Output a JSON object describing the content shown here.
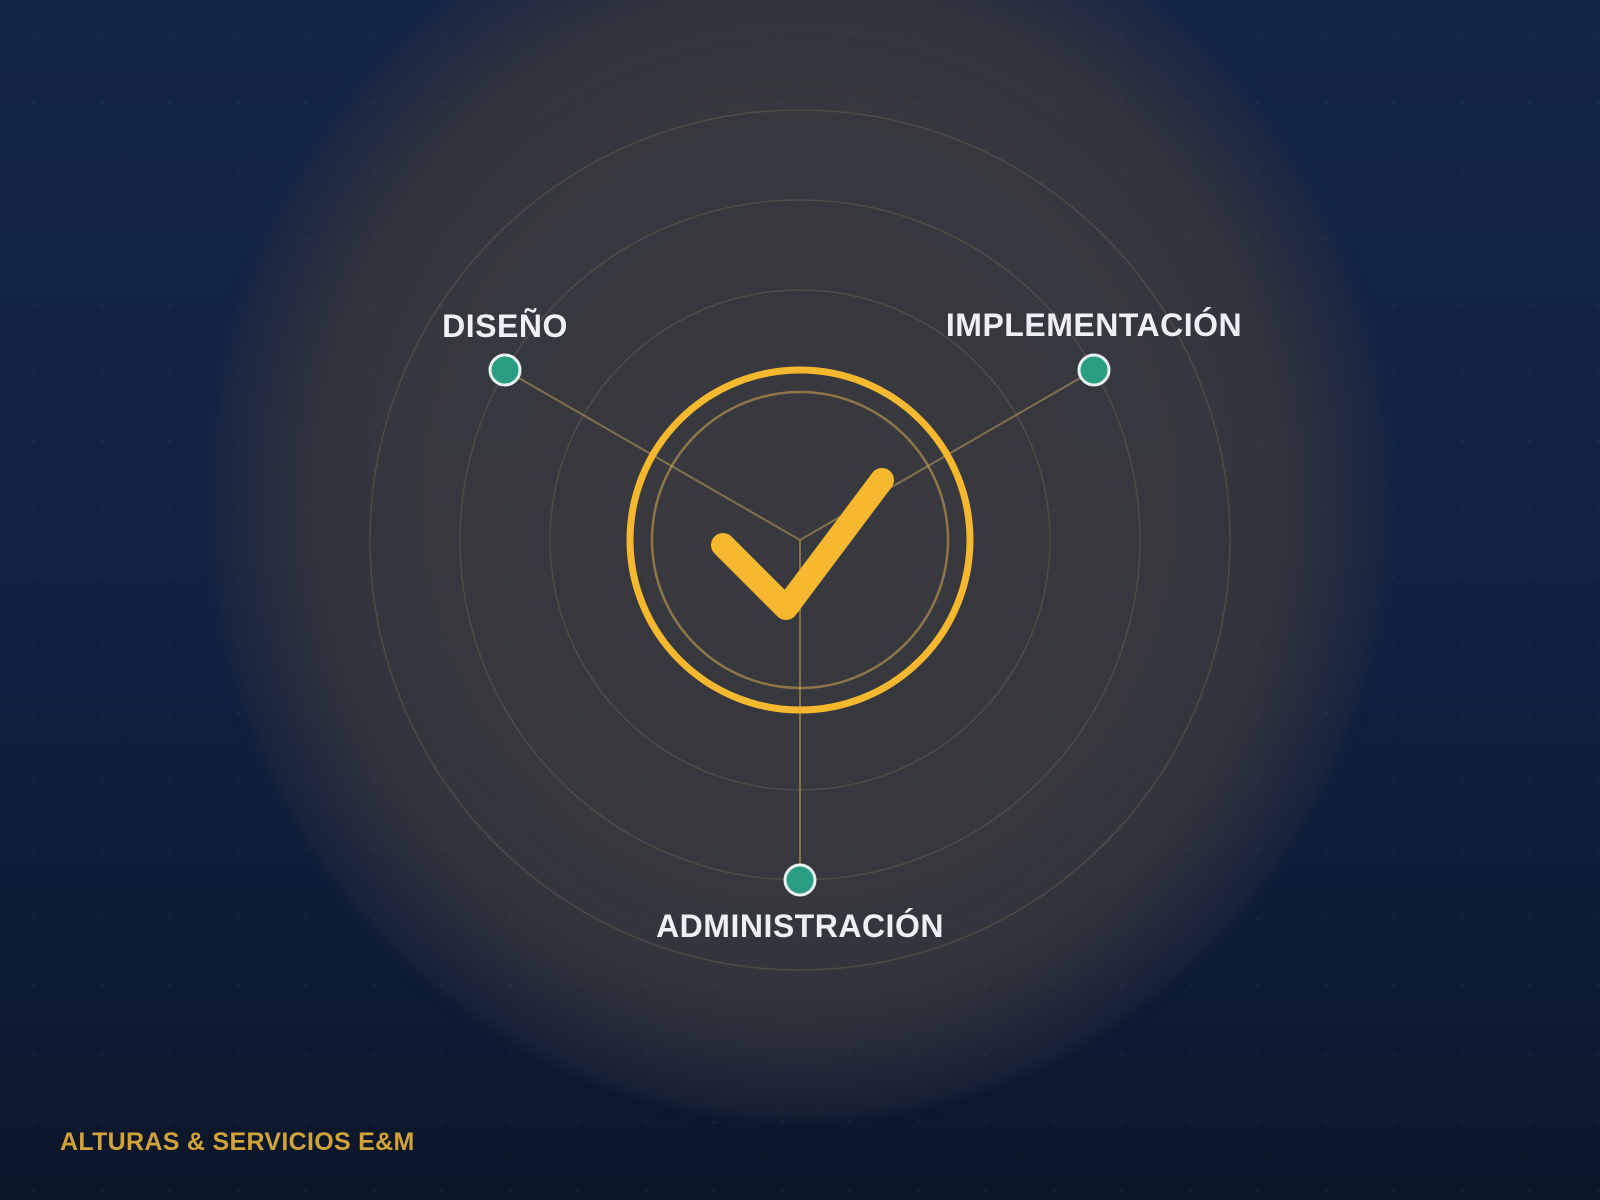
{
  "nodes": [
    {
      "id": "design",
      "label": "DISEÑO"
    },
    {
      "id": "implementation",
      "label": "IMPLEMENTACIÓN"
    },
    {
      "id": "administration",
      "label": "ADMINISTRACIÓN"
    }
  ],
  "center": {
    "icon": "check-icon"
  },
  "footer": {
    "company": "ALTURAS & SERVICIOS E&M"
  },
  "colors": {
    "accent": "#f5b82e",
    "node": "#2a9d83",
    "node_border": "#e8f2f0",
    "label": "#eef0f5",
    "footer": "#d2a23a",
    "background": "#112245"
  }
}
